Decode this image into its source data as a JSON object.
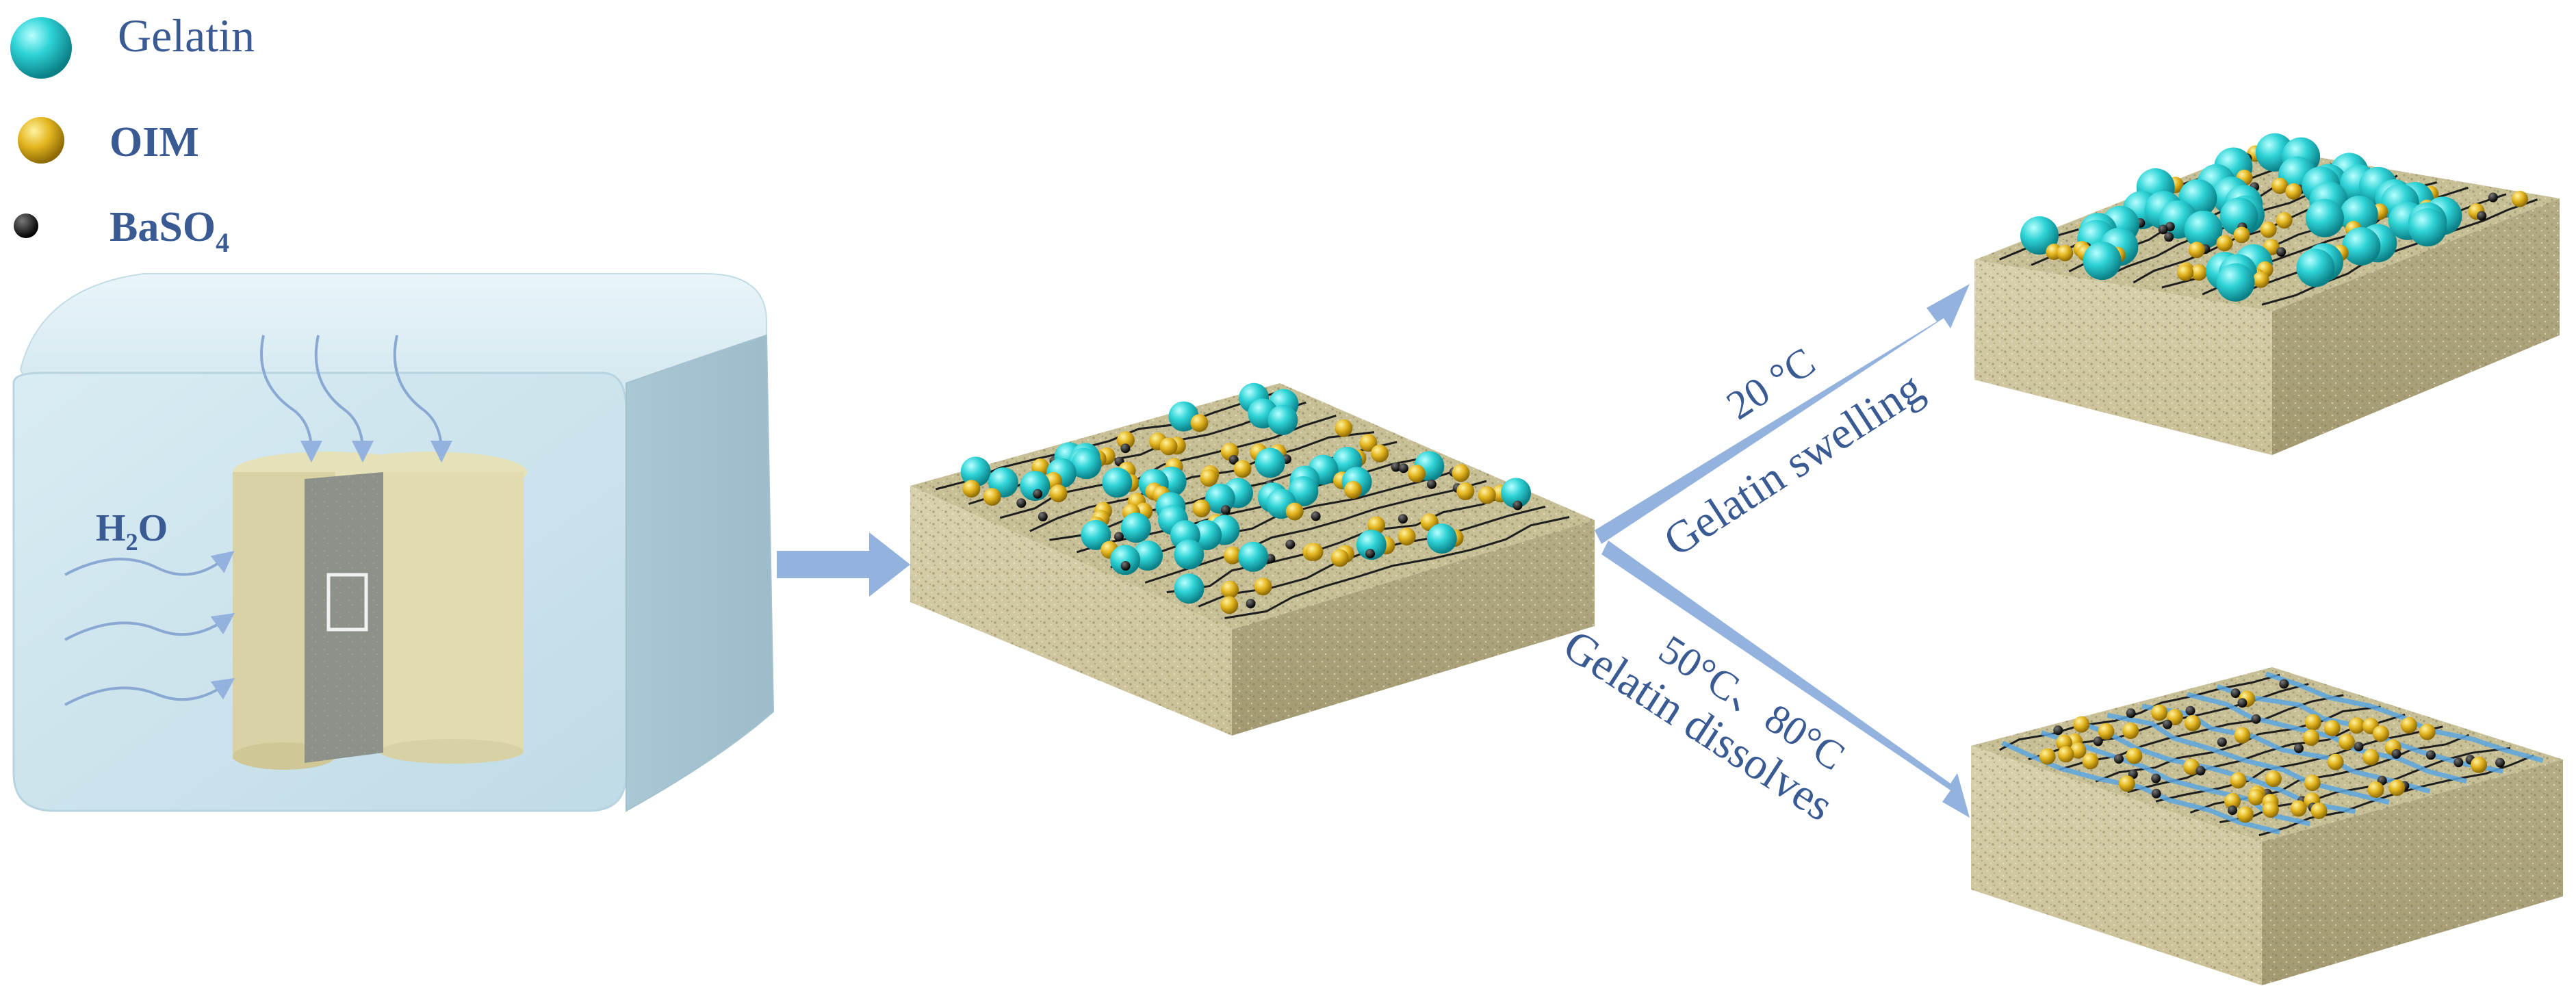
{
  "legend": {
    "gelatin": {
      "label": "Gelatin",
      "icon": "teal-sphere-icon"
    },
    "oim": {
      "label": "OIM",
      "icon": "yellow-sphere-icon"
    },
    "baso4": {
      "label_main": "BaSO",
      "label_sub": "4",
      "icon": "black-dot-icon"
    }
  },
  "water_label": {
    "main": "H",
    "sub": "2",
    "tail": "O"
  },
  "branch_upper": {
    "line1": "20 °C",
    "line2": "Gelatin swelling"
  },
  "branch_lower": {
    "line1": "50°C、80°C",
    "line2": "Gelatin dissolves"
  },
  "colors": {
    "gelatin": "#2ec9c9",
    "oim": "#e2b21c",
    "baso4": "#111111",
    "arrow": "#93b2de",
    "container": "#c6e0ea",
    "slab": "#d7cfa8",
    "text": "#3a5a94"
  }
}
